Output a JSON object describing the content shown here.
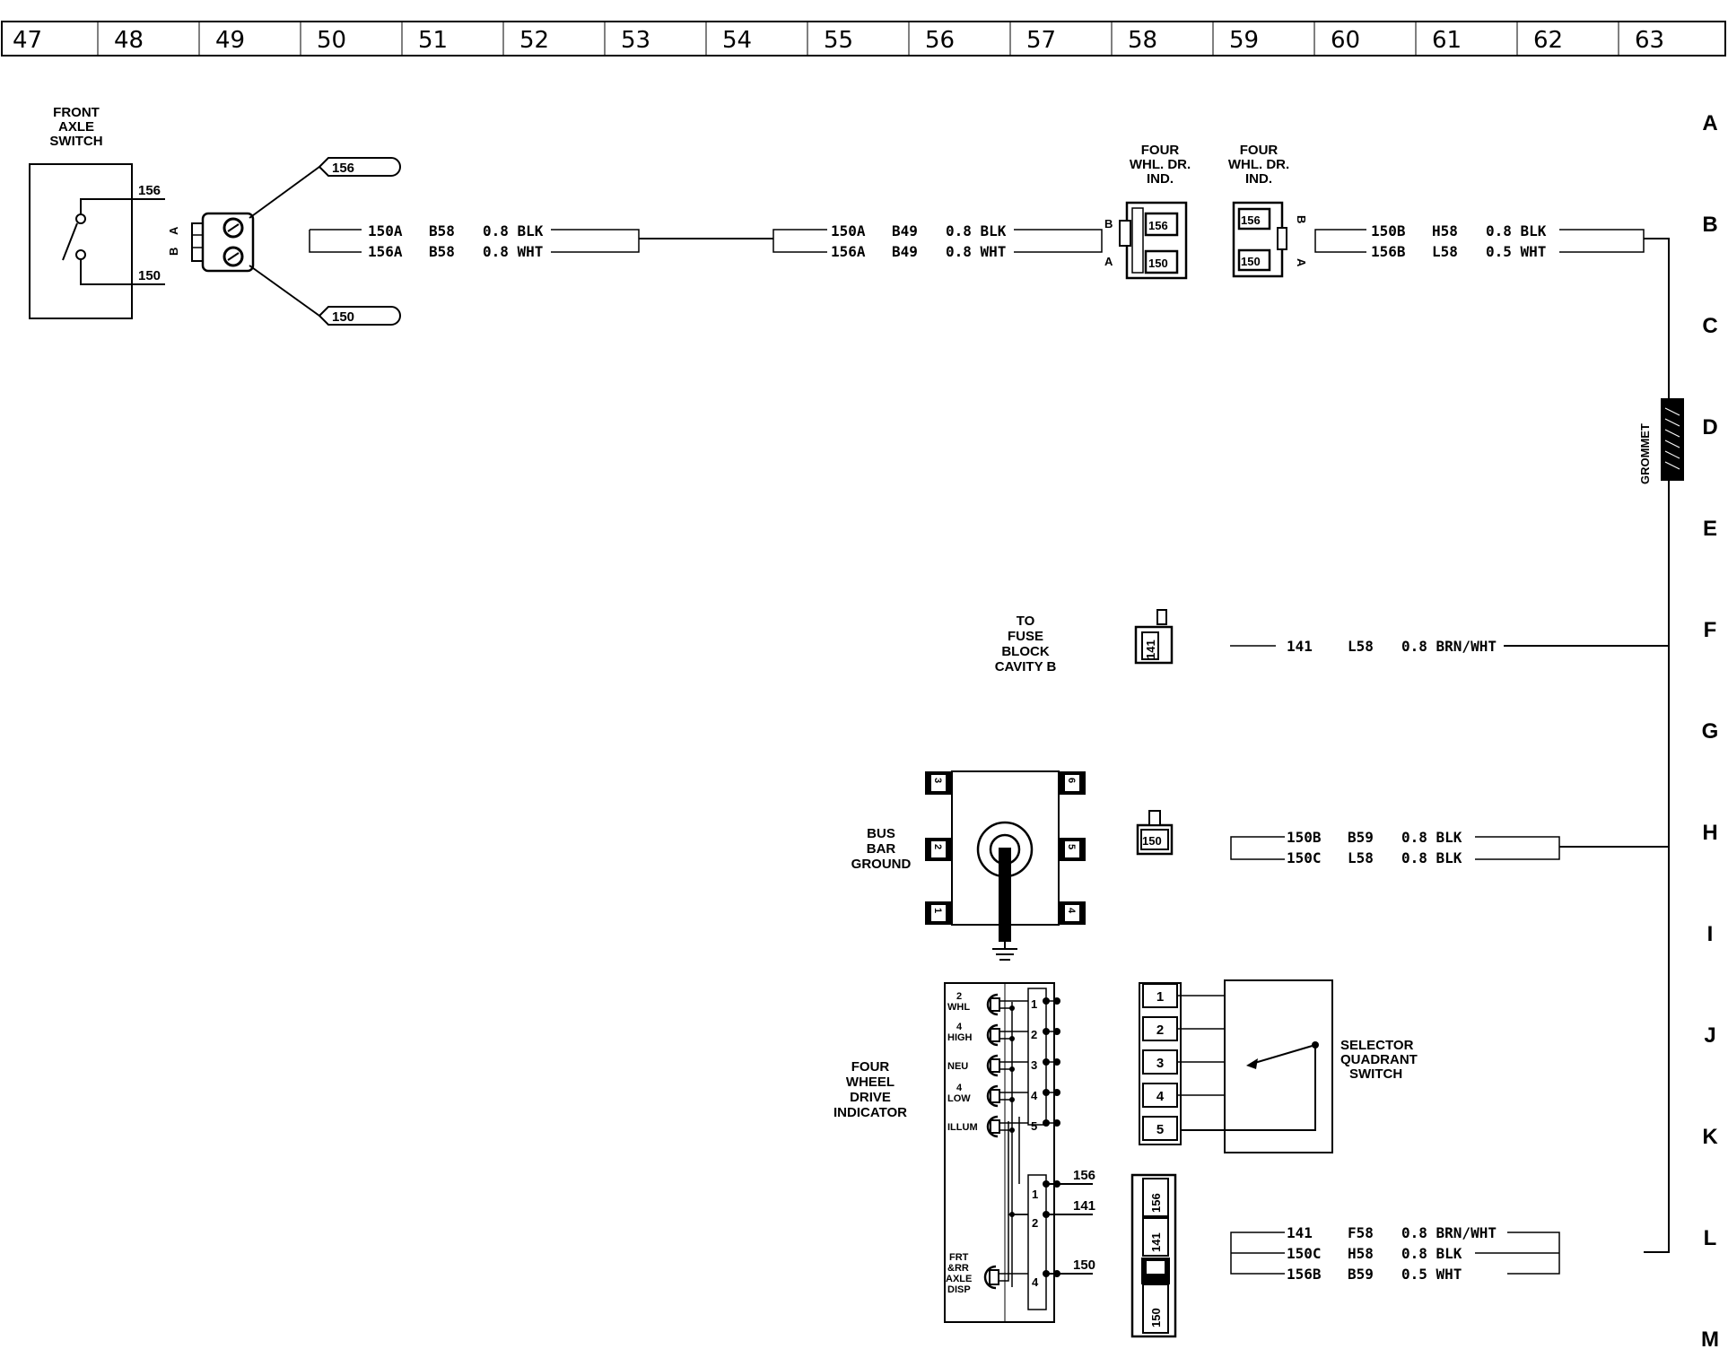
{
  "grid": {
    "columns": [
      "47",
      "48",
      "49",
      "50",
      "51",
      "52",
      "53",
      "54",
      "55",
      "56",
      "57",
      "58",
      "59",
      "60",
      "61",
      "62",
      "63"
    ],
    "rows": [
      "A",
      "B",
      "C",
      "D",
      "E",
      "F",
      "G",
      "H",
      "I",
      "J",
      "K",
      "L",
      "M"
    ]
  },
  "front_axle_switch": {
    "title_lines": [
      "FRONT",
      "AXLE",
      "SWITCH"
    ],
    "terminal_top": "156",
    "terminal_bottom": "150",
    "connector_pins": [
      "A",
      "B"
    ],
    "flag_top": "156",
    "flag_bottom": "150"
  },
  "wires_left": [
    {
      "circuit": "150A",
      "location": "B58",
      "spec": "0.8 BLK"
    },
    {
      "circuit": "156A",
      "location": "B58",
      "spec": "0.8 WHT"
    }
  ],
  "wires_mid": [
    {
      "circuit": "150A",
      "location": "B49",
      "spec": "0.8 BLK"
    },
    {
      "circuit": "156A",
      "location": "B49",
      "spec": "0.8 WHT"
    }
  ],
  "four_whl_dr_ind_left": {
    "title_lines": [
      "FOUR",
      "WHL. DR.",
      "IND."
    ],
    "pin_top": "B",
    "pin_bottom": "A",
    "cavity_top": "156",
    "cavity_bottom": "150"
  },
  "four_whl_dr_ind_right": {
    "title_lines": [
      "FOUR",
      "WHL. DR.",
      "IND."
    ],
    "pin_top": "B",
    "pin_bottom": "A",
    "cavity_top": "156",
    "cavity_bottom": "150"
  },
  "wires_right_b": [
    {
      "circuit": "150B",
      "location": "H58",
      "spec": "0.8 BLK"
    },
    {
      "circuit": "156B",
      "location": "L58",
      "spec": "0.5 WHT"
    }
  ],
  "grommet": {
    "label": "GROMMET"
  },
  "fuse_block": {
    "title_lines": [
      "TO",
      "FUSE",
      "BLOCK",
      "CAVITY B"
    ],
    "cavity": "141",
    "wire": {
      "circuit": "141",
      "location": "L58",
      "spec": "0.8 BRN/WHT"
    }
  },
  "bus_bar": {
    "title_lines": [
      "BUS",
      "BAR",
      "GROUND"
    ],
    "terminals": [
      "3",
      "2",
      "1",
      "6",
      "5",
      "4"
    ],
    "connector_cavity": "150",
    "wires": [
      {
        "circuit": "150B",
        "location": "B59",
        "spec": "0.8 BLK"
      },
      {
        "circuit": "150C",
        "location": "L58",
        "spec": "0.8 BLK"
      }
    ]
  },
  "four_wheel_drive_indicator": {
    "title_lines": [
      "FOUR",
      "WHEEL",
      "DRIVE",
      "INDICATOR"
    ],
    "lamps": [
      {
        "label_lines": [
          "2",
          "WHL"
        ],
        "pin": "1"
      },
      {
        "label_lines": [
          "4",
          "HIGH"
        ],
        "pin": "2"
      },
      {
        "label_lines": [
          "NEU"
        ],
        "pin": "3"
      },
      {
        "label_lines": [
          "4",
          "LOW"
        ],
        "pin": "4"
      },
      {
        "label_lines": [
          "ILLUM"
        ],
        "pin": "5"
      }
    ],
    "disp_label_lines": [
      "FRT",
      "&RR",
      "AXLE",
      "DISP"
    ],
    "lower_pins": [
      "1",
      "2",
      "4"
    ],
    "lower_circuits": [
      "156",
      "141",
      "150"
    ]
  },
  "selector_quadrant_switch": {
    "title_lines": [
      "SELECTOR",
      "QUADRANT",
      "SWITCH"
    ],
    "positions": [
      "1",
      "2",
      "3",
      "4",
      "5"
    ]
  },
  "bottom_connector": {
    "cavities": [
      "156",
      "141",
      "150"
    ]
  },
  "wires_bottom": [
    {
      "circuit": "141",
      "location": "F58",
      "spec": "0.8 BRN/WHT"
    },
    {
      "circuit": "150C",
      "location": "H58",
      "spec": "0.8 BLK"
    },
    {
      "circuit": "156B",
      "location": "B59",
      "spec": "0.5 WHT"
    }
  ]
}
